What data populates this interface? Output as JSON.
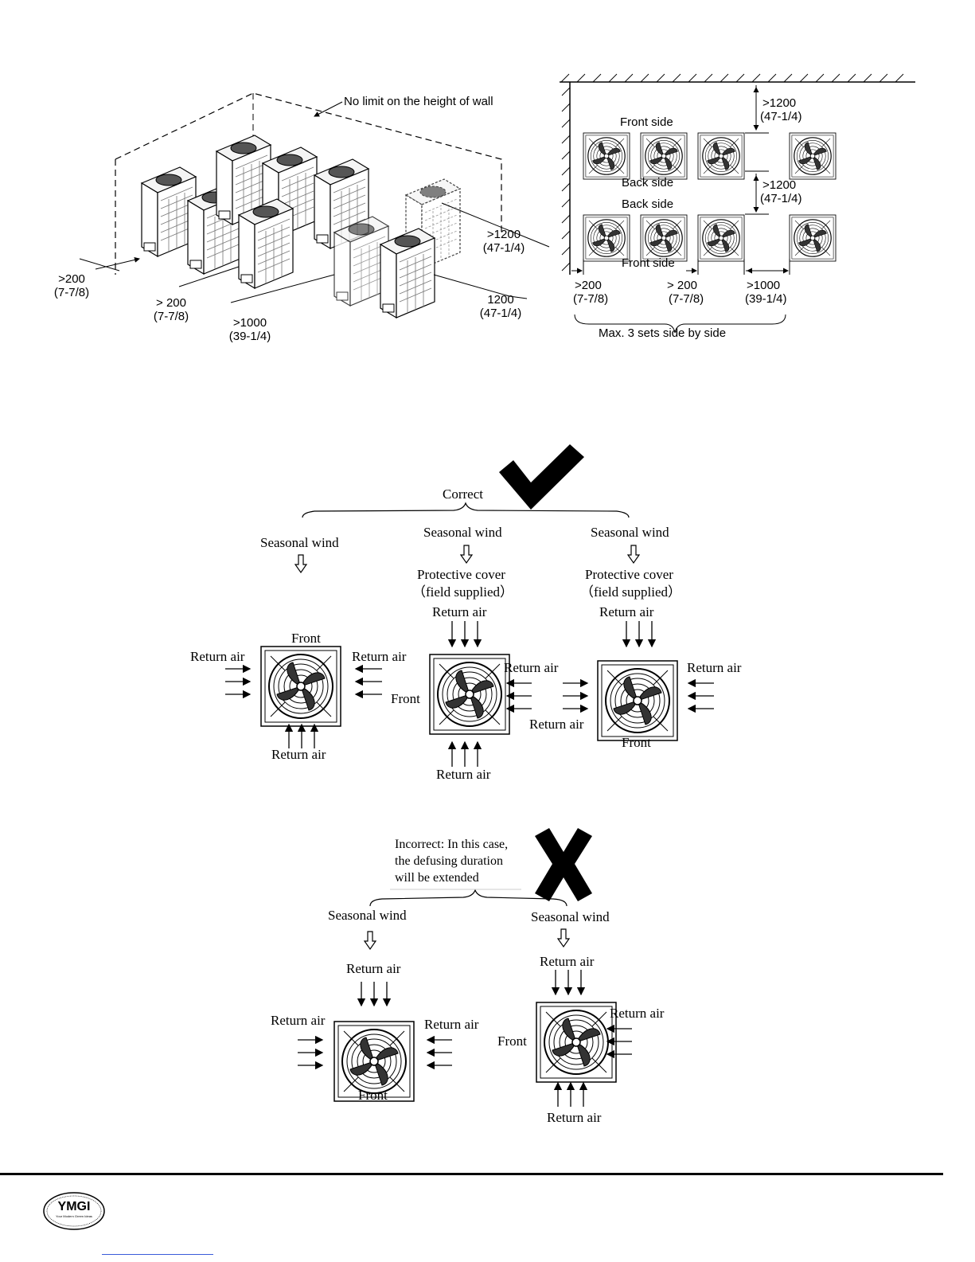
{
  "top_left": {
    "wall_note": "No limit on the height of wall",
    "dim_left": {
      "value": ">200",
      "imperial": "(7-7/8)"
    },
    "dim_mid": {
      "value": "> 200",
      "imperial": "(7-7/8)"
    },
    "dim_bottom": {
      "value": ">1000",
      "imperial": "(39-1/4)"
    },
    "dim_right_top": {
      "value": ">1200",
      "imperial": "(47-1/4)"
    },
    "dim_right_bottom": {
      "value": "1200",
      "imperial": "(47-1/4)"
    }
  },
  "top_right": {
    "front_side_top": "Front side",
    "back_side_1": "Back side",
    "back_side_2": "Back side",
    "front_side_bottom": "Front side",
    "dim_top": {
      "value": ">1200",
      "imperial": "(47-1/4)"
    },
    "dim_middle": {
      "value": ">1200",
      "imperial": "(47-1/4)"
    },
    "dim_left": {
      "value": ">200",
      "imperial": "(7-7/8)"
    },
    "dim_center": {
      "value": ">  200",
      "imperial": "(7-7/8)"
    },
    "dim_right": {
      "value": ">1000",
      "imperial": "(39-1/4)"
    },
    "note": "Max. 3 sets side by side"
  },
  "correct": {
    "label": "Correct",
    "unit1": {
      "wind": "Seasonal wind",
      "front": "Front",
      "return_left": "Return air",
      "return_right": "Return air",
      "return_bottom": "Return air"
    },
    "unit2": {
      "wind": "Seasonal wind",
      "cover": "Protective cover",
      "cover_note": "（field supplied）",
      "return_top": "Return air",
      "front": "Front",
      "return_right": "Return air",
      "return_right_low": "Return air",
      "return_bottom": "Return air"
    },
    "unit3": {
      "wind": "Seasonal wind",
      "cover": "Protective cover",
      "cover_note": "（field supplied）",
      "return_top": "Return air",
      "return_right": "Return air",
      "front": "Front"
    }
  },
  "incorrect": {
    "label_line1": "Incorrect: In this case,",
    "label_line2": "the defusing duration",
    "label_line3": "will be extended",
    "unit1": {
      "wind": "Seasonal wind",
      "return_top": "Return air",
      "return_left": "Return air",
      "return_right": "Return air",
      "front": "Front"
    },
    "unit2": {
      "wind": "Seasonal wind",
      "return_top": "Return air",
      "front": "Front",
      "return_right": "Return air",
      "return_bottom": "Return air"
    }
  },
  "footer": {
    "logo_text": "YMGI",
    "logo_tagline": "Your Modern Green Ideas"
  }
}
